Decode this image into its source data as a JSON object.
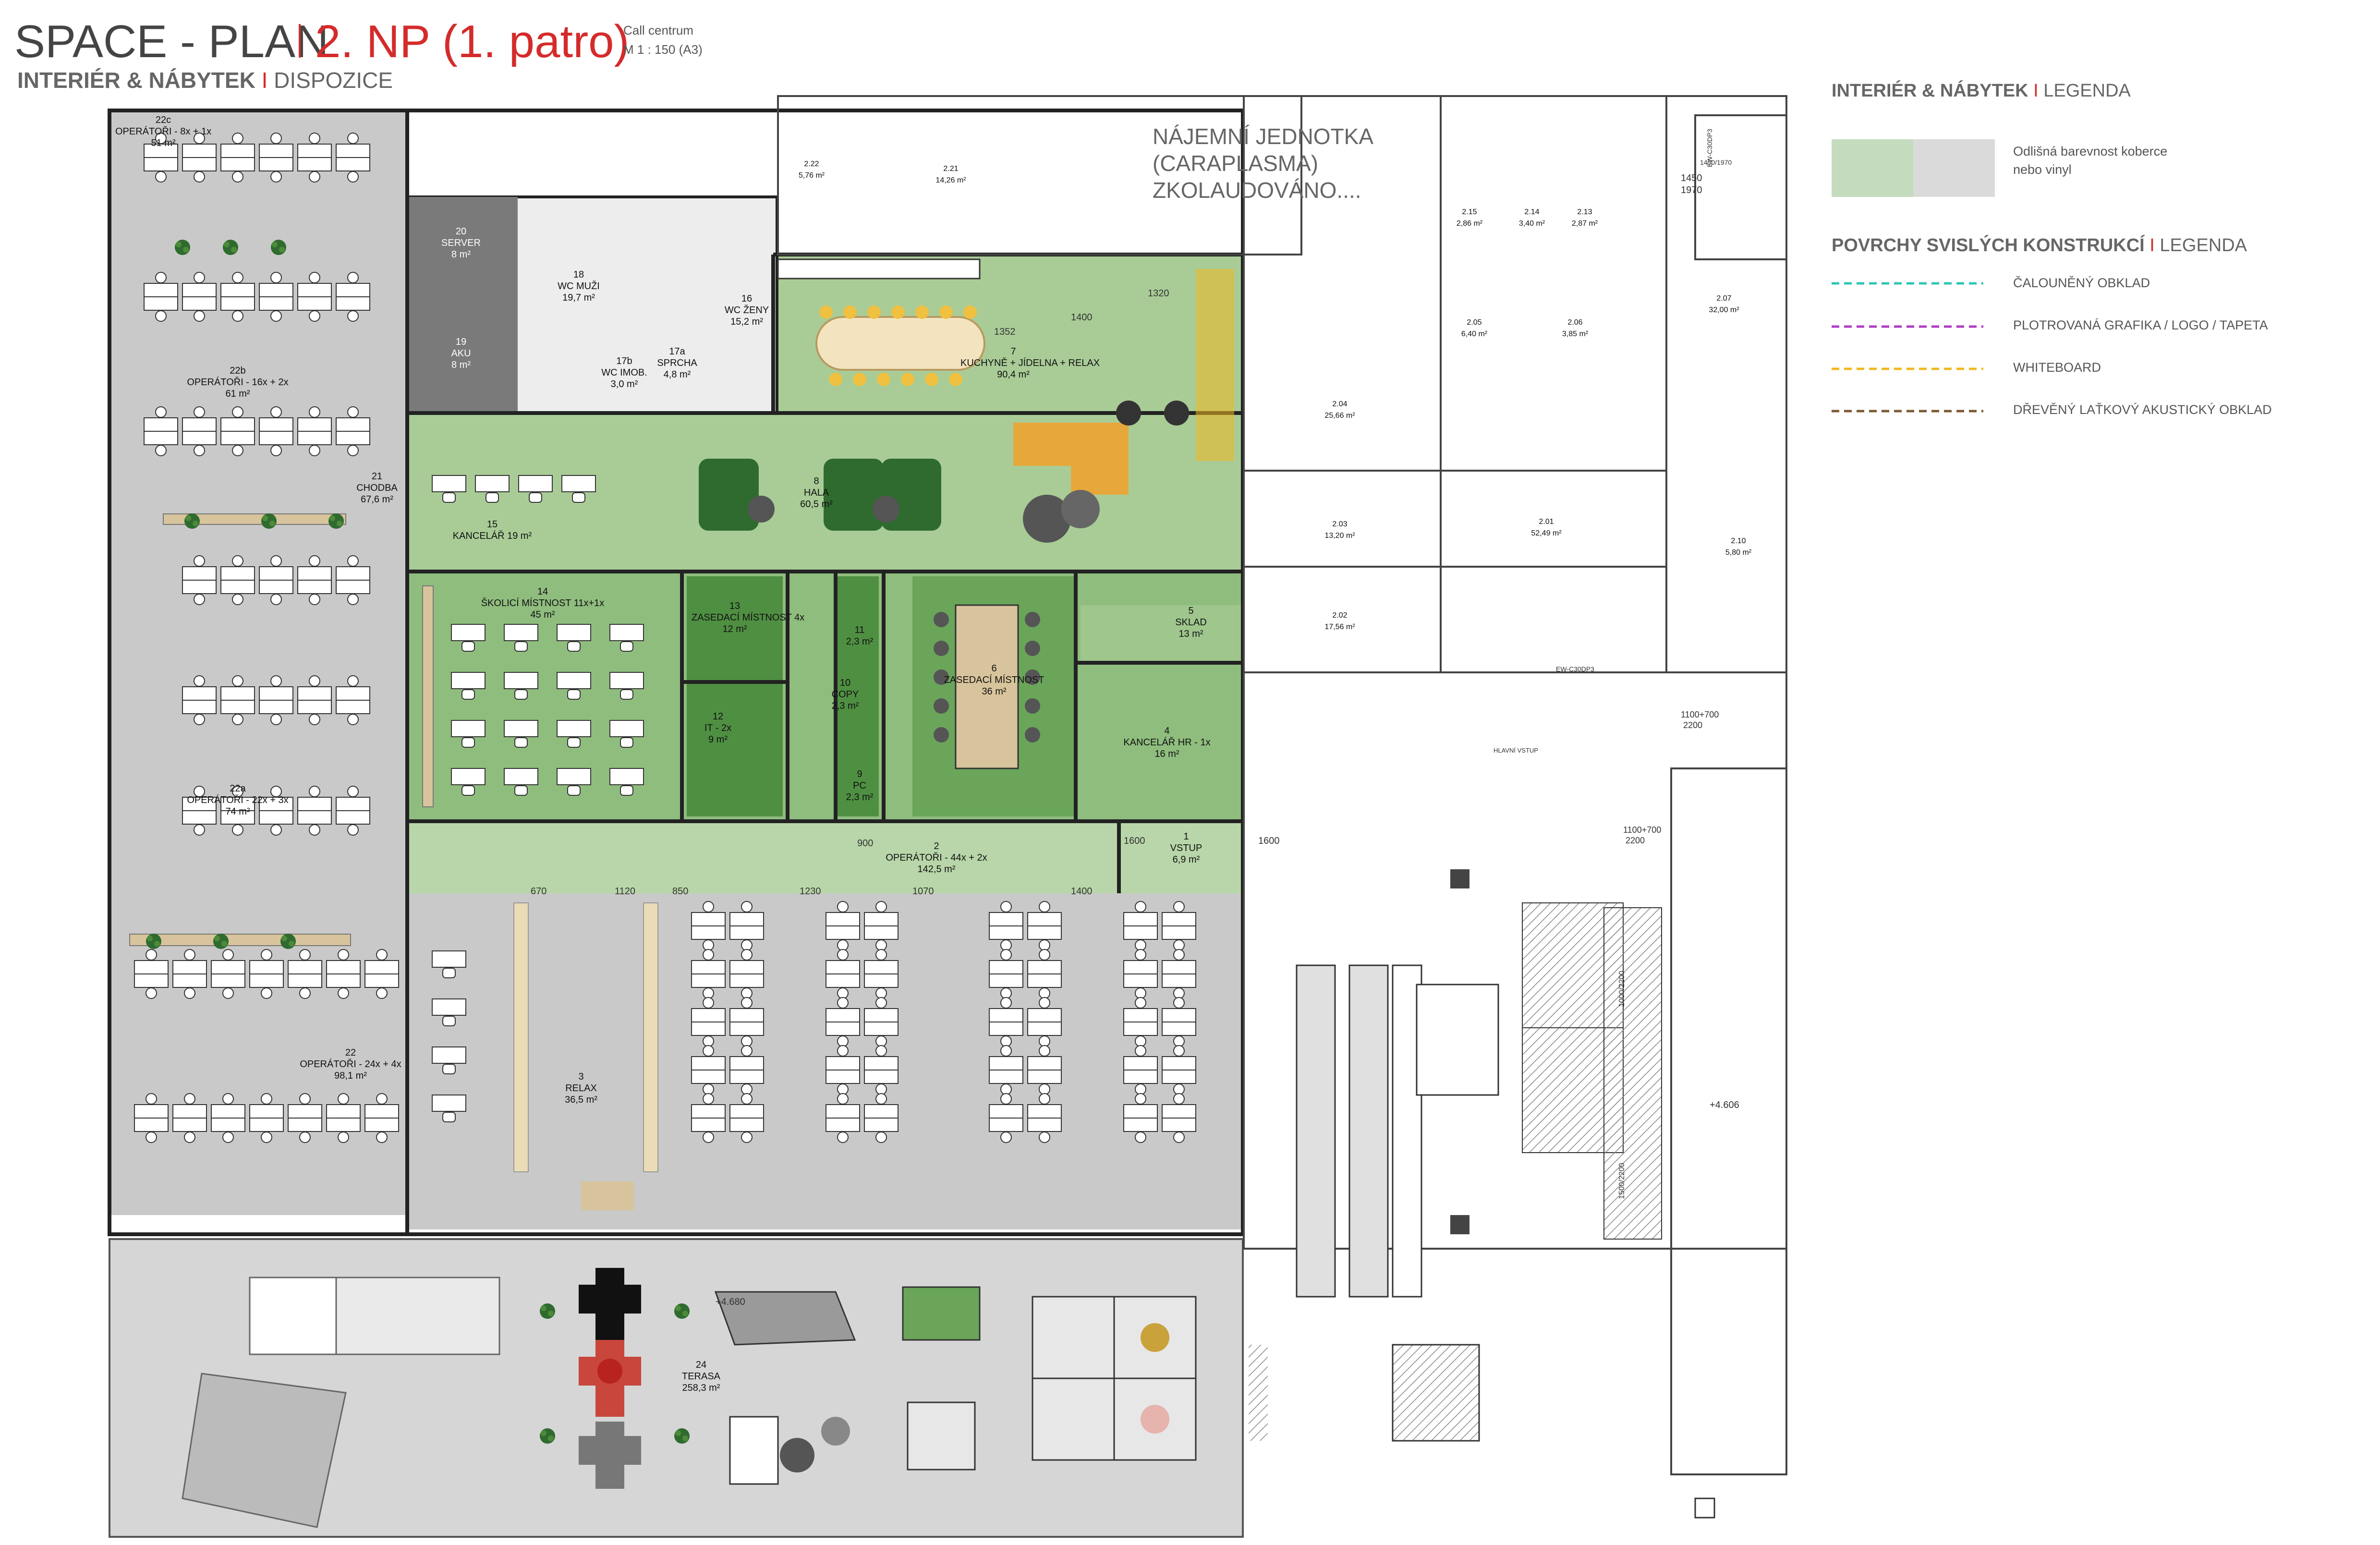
{
  "header": {
    "title": "SPACE - PLAN",
    "floor": "2. NP (1. patro)",
    "project": "Call centrum",
    "scale": "M 1 : 150 (A3)",
    "subtitle_bold": "INTERIÉR & NÁBYTEK",
    "subtitle_sep": " I ",
    "subtitle_light": "DISPOZICE"
  },
  "rooms": {
    "r22c": {
      "num": "22c",
      "name": "OPERÁTOŘI - 8x + 1x",
      "area": "51 m²"
    },
    "r22b": {
      "num": "22b",
      "name": "OPERÁTOŘI - 16x + 2x",
      "area": "61 m²"
    },
    "r22a": {
      "num": "22a",
      "name": "OPERÁTOŘI - 22x + 3x",
      "area": "74 m²"
    },
    "r22": {
      "num": "22",
      "name": "OPERÁTOŘI - 24x + 4x",
      "area": "98,1 m²"
    },
    "r21": {
      "num": "21",
      "name": "CHODBA",
      "area": "67,6 m²"
    },
    "r20": {
      "num": "20",
      "name": "SERVER",
      "area": "8 m²"
    },
    "r19": {
      "num": "19",
      "name": "AKU",
      "area": "8 m²"
    },
    "r18": {
      "num": "18",
      "name": "WC MUŽI",
      "area": "19,7 m²"
    },
    "r17b": {
      "num": "17b",
      "name": "WC IMOB.",
      "area": "3,0 m²"
    },
    "r17a": {
      "num": "17a",
      "name": "SPRCHA",
      "area": "4,8 m²"
    },
    "r16": {
      "num": "16",
      "name": "WC ŽENY",
      "area": "15,2 m²"
    },
    "r15": {
      "num": "15",
      "name": "KANCELÁŘ 19 m²"
    },
    "r14": {
      "num": "14",
      "name": "ŠKOLICÍ MÍSTNOST 11x+1x",
      "area": "45 m²"
    },
    "r13": {
      "num": "13",
      "name": "ZASEDACÍ MÍSTNOST 4x",
      "area": "12 m²"
    },
    "r12": {
      "num": "12",
      "name": "IT - 2x",
      "area": "9 m²"
    },
    "r8": {
      "num": "8",
      "name": "HALA",
      "area": "60,5 m²"
    },
    "r7": {
      "num": "7",
      "name": "KUCHYNĚ + JÍDELNA + RELAX",
      "area": "90,4 m²"
    },
    "r11": {
      "num": "11",
      "name": "",
      "area": "2,3 m²"
    },
    "r10": {
      "num": "10",
      "name": "COPY",
      "area": "2,3 m²"
    },
    "r9": {
      "num": "9",
      "name": "PC",
      "area": "2,3 m²"
    },
    "r6": {
      "num": "6",
      "name": "ZASEDACÍ MÍSTNOST",
      "area": "36 m²"
    },
    "r5": {
      "num": "5",
      "name": "SKLAD",
      "area": "13 m²"
    },
    "r4": {
      "num": "4",
      "name": "KANCELÁŘ HR - 1x",
      "area": "16 m²"
    },
    "r2": {
      "num": "2",
      "name": "OPERÁTOŘI - 44x + 2x",
      "area": "142,5 m²"
    },
    "r1": {
      "num": "1",
      "name": "VSTUP",
      "area": "6,9 m²"
    },
    "r3": {
      "num": "3",
      "name": "RELAX",
      "area": "36,5 m²"
    },
    "r24": {
      "num": "24",
      "name": "TERASA",
      "area": "258,3 m²"
    }
  },
  "tenant": {
    "line1": "NÁJEMNÍ JEDNOTKA",
    "line2": "(CARAPLASMA)",
    "line3": "ZKOLAUDOVÁNO...."
  },
  "neighbour_rooms": {
    "n222": {
      "num": "2.22",
      "area": "5,76 m²"
    },
    "n221": {
      "num": "2.21",
      "area": "14,26 m²"
    },
    "n215": {
      "num": "2.15",
      "area": "2,86 m²"
    },
    "n214": {
      "num": "2.14",
      "area": "3,40 m²"
    },
    "n213": {
      "num": "2.13",
      "area": "2,87 m²"
    },
    "n205": {
      "num": "2.05",
      "area": "6,40 m²"
    },
    "n206": {
      "num": "2.06",
      "area": "3,85 m²"
    },
    "n207": {
      "num": "2.07",
      "area": "32,00 m²"
    },
    "n204": {
      "num": "2.04",
      "area": "25,66 m²"
    },
    "n203": {
      "num": "2.03",
      "area": "13,20 m²"
    },
    "n202": {
      "num": "2.02",
      "area": "17,56 m²"
    },
    "n201": {
      "num": "2.01",
      "area": "52,49 m²"
    },
    "n210": {
      "num": "2.10",
      "area": "5,80 m²"
    }
  },
  "dimensions": {
    "d1352": "1352",
    "d1400a": "1400",
    "d1320": "1320",
    "d900": "900",
    "d1600a": "1600",
    "d1600b": "1600",
    "d670": "670",
    "d1120": "1120",
    "d850": "850",
    "d1230": "1230",
    "d1070": "1070",
    "d1400b": "1400",
    "d1450": "1450",
    "d1970": "1970",
    "d1100a": "1100+700",
    "d2200a": "2200",
    "d1100b": "1100+700",
    "d2200b": "2200",
    "lvl4606": "+4.606",
    "lvl4680": "+4.680",
    "vstup_label": "HLAVNÍ VSTUP",
    "ei_a": "EW-C30DP3",
    "ei_b": "EW-C30DP3",
    "dim_v1": "1450/1970",
    "dim_v2": "1000/2200",
    "dim_v3": "1500/2200"
  },
  "legend": {
    "title1_bold": "INTERIÉR & NÁBYTEK",
    "title1_light": "LEGENDA",
    "carpet_label": "Odlišná barevnost koberce nebo vinyl",
    "carpet_colors": [
      "#c4dcbd",
      "#dadada"
    ],
    "title2_bold": "POVRCHY SVISLÝCH KONSTRUKCÍ",
    "title2_light": "LEGENDA",
    "items": [
      {
        "label": "ČALOUNĚNÝ OBKLAD",
        "color": "#2fc6b4"
      },
      {
        "label": "PLOTROVANÁ GRAFIKA / LOGO / TAPETA",
        "color": "#b13ec6"
      },
      {
        "label": "WHITEBOARD",
        "color": "#f0b820"
      },
      {
        "label": "DŘEVĚNÝ LAŤKOVÝ AKUSTICKÝ OBKLAD",
        "color": "#7a5a32"
      }
    ],
    "separator": "I"
  },
  "colors": {
    "floor_grey": "#c9c9c9",
    "floor_green": "#a9cc97",
    "floor_dark_green": "#5b9b4c",
    "wall": "#222222",
    "accent_red": "#d52b2b",
    "furniture_yellow": "#f0c040",
    "furniture_orange": "#e6a83a",
    "wood": "#d8c49c"
  }
}
